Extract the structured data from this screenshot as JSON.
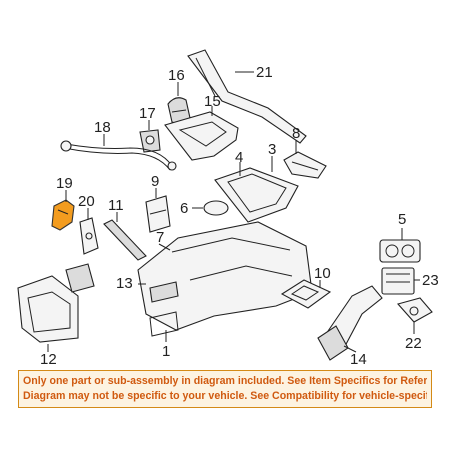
{
  "callouts": {
    "c1": "1",
    "c3": "3",
    "c4": "4",
    "c5": "5",
    "c6": "6",
    "c7": "7",
    "c8": "8",
    "c9": "9",
    "c10": "10",
    "c11": "11",
    "c12": "12",
    "c13": "13",
    "c14": "14",
    "c15": "15",
    "c16": "16",
    "c17": "17",
    "c18": "18",
    "c19": "19",
    "c20": "20",
    "c21": "21",
    "c22": "22",
    "c23": "23"
  },
  "highlight_color": "#f39c1f",
  "notice": {
    "line1": "Only one part or sub-assembly in diagram included. See Item Specifics for Reference #.",
    "line2": "Diagram may not be specific to your vehicle. See Compatibility for vehicle-specific diagrams."
  }
}
